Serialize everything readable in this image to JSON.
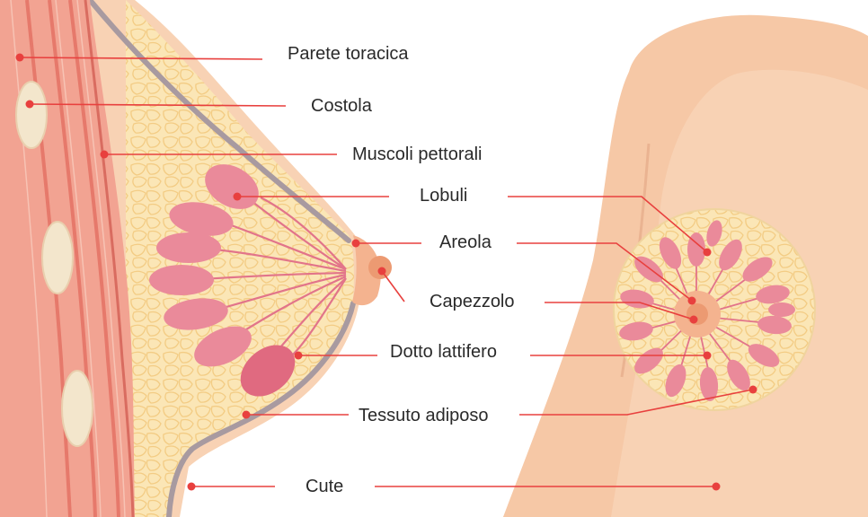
{
  "colors": {
    "leader": "#e8403e",
    "skin": "#f8d2b4",
    "skin_shadow": "#f0bb98",
    "fat": "#fbe6b6",
    "fat_cell_line": "#f5d089",
    "muscle": "#f2a392",
    "muscle_stripe": "#e6796b",
    "rib": "#f3e6cc",
    "gland": "#ea8a9a",
    "gland_dark": "#e06a80",
    "areola": "#f4b38f",
    "nipple": "#ec9a72",
    "chest_wall_line": "#a89aa0"
  },
  "labels": {
    "parete_toracica": "Parete toracica",
    "costola": "Costola",
    "muscoli_pettorali": "Muscoli pettorali",
    "lobuli": "Lobuli",
    "areola": "Areola",
    "capezzolo": "Capezzolo",
    "dotto_lattifero": "Dotto lattifero",
    "tessuto_adiposo": "Tessuto adiposo",
    "cute": "Cute"
  }
}
